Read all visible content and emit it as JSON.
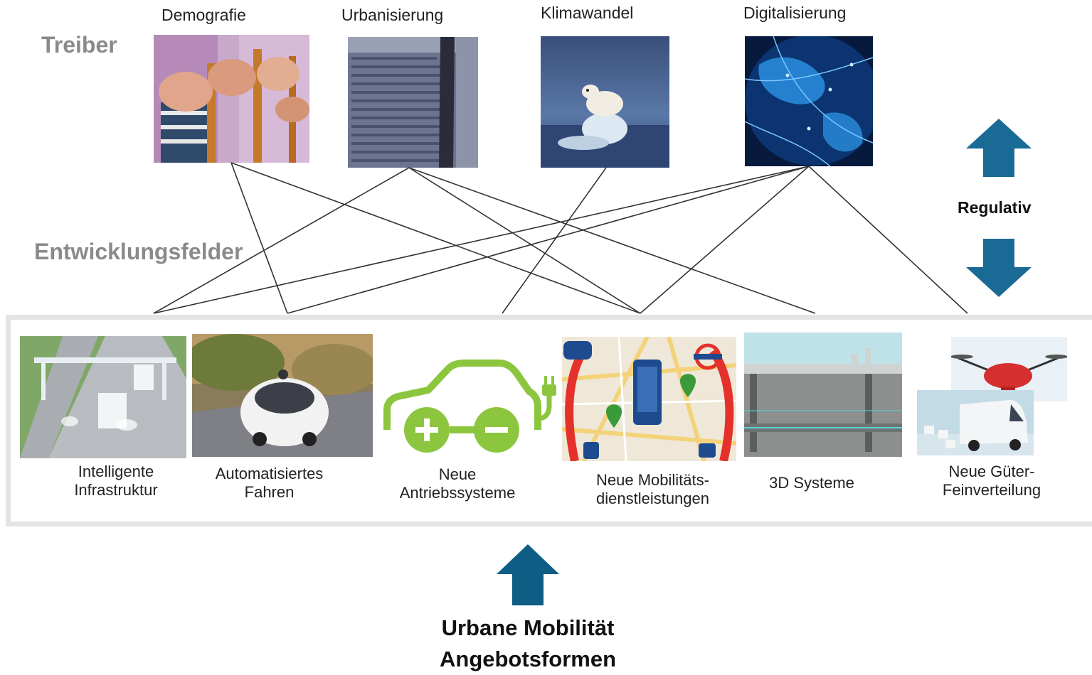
{
  "sections": {
    "drivers_label": "Treiber",
    "fields_label": "Entwicklungsfelder"
  },
  "drivers": [
    {
      "label": "Demografie",
      "icon": "elderly-hands-photo"
    },
    {
      "label": "Urbanisierung",
      "icon": "traffic-jam-photo"
    },
    {
      "label": "Klimawandel",
      "icon": "polar-bear-photo"
    },
    {
      "label": "Digitalisierung",
      "icon": "digital-globe-photo"
    }
  ],
  "fields": [
    {
      "label_line1": "Intelligente",
      "label_line2": "Infrastruktur",
      "icon": "smart-highway-image"
    },
    {
      "label_line1": "Automatisiertes",
      "label_line2": "Fahren",
      "icon": "self-driving-car-photo"
    },
    {
      "label_line1": "Neue",
      "label_line2": "Antriebssysteme",
      "icon": "electric-car-icon"
    },
    {
      "label_line1": "Neue Mobilitäts-",
      "label_line2": "dienstleistungen",
      "icon": "mobility-map-image"
    },
    {
      "label_line1": "3D Systeme",
      "label_line2": "",
      "icon": "underground-tunnel-image"
    },
    {
      "label_line1": "Neue Güter-",
      "label_line2": "Feinverteilung",
      "icon": "drone-and-van-image"
    }
  ],
  "regulativ": {
    "label": "Regulativ"
  },
  "bottom": {
    "line1": "Urbane Mobilität",
    "line2": "Angebotsformen"
  },
  "colors": {
    "arrow": "#1a6a96",
    "arrow_dark": "#0e5d84",
    "section_label": "#8a8a8a",
    "panel_border": "#e4e4e4",
    "ev_green": "#8cc63f"
  }
}
